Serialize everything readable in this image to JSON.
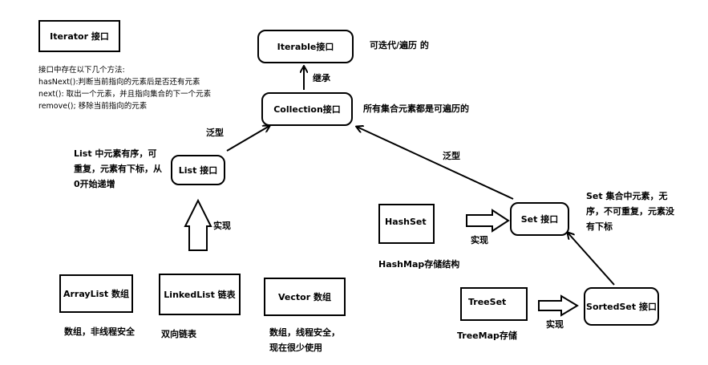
{
  "nodes": {
    "iterator": "Iterator 接口",
    "iterable": "Iterable接口",
    "collection": "Collection接口",
    "list": "List 接口",
    "set": "Set 接口",
    "hashset": "HashSet",
    "treeset": "TreeSet",
    "sortedset": "SortedSet 接口",
    "arraylist": "ArrayList 数组",
    "linkedlist": "LinkedList 链表",
    "vector": "Vector 数组"
  },
  "iterator_notes": [
    "接口中存在以下几个方法:",
    "hasNext():判断当前指向的元素后是否还有元素",
    "next(): 取出一个元素，并且指向集合的下一个元素",
    "remove(); 移除当前指向的元素"
  ],
  "labels": {
    "iterable_desc": "可迭代/遍历 的",
    "inherit": "继承",
    "collection_desc": "所有集合元素都是可遍历的",
    "generic_left": "泛型",
    "generic_right": "泛型",
    "list_desc": [
      "List 中元素有序，可",
      "重复，元素有下标，从",
      "0开始递增"
    ],
    "implement_list": "实现",
    "set_desc": [
      "Set 集合中元素，无",
      "序，不可重复，元素没",
      "有下标"
    ],
    "implement_hashset": "实现",
    "hashmap_storage": "HashMap存储结构",
    "implement_treeset": "实现",
    "treemap_storage": "TreeMap存储",
    "arraylist_desc": "数组，非线程安全",
    "linkedlist_desc": "双向链表",
    "vector_desc": [
      "数组，线程安全，",
      "现在很少使用"
    ]
  }
}
